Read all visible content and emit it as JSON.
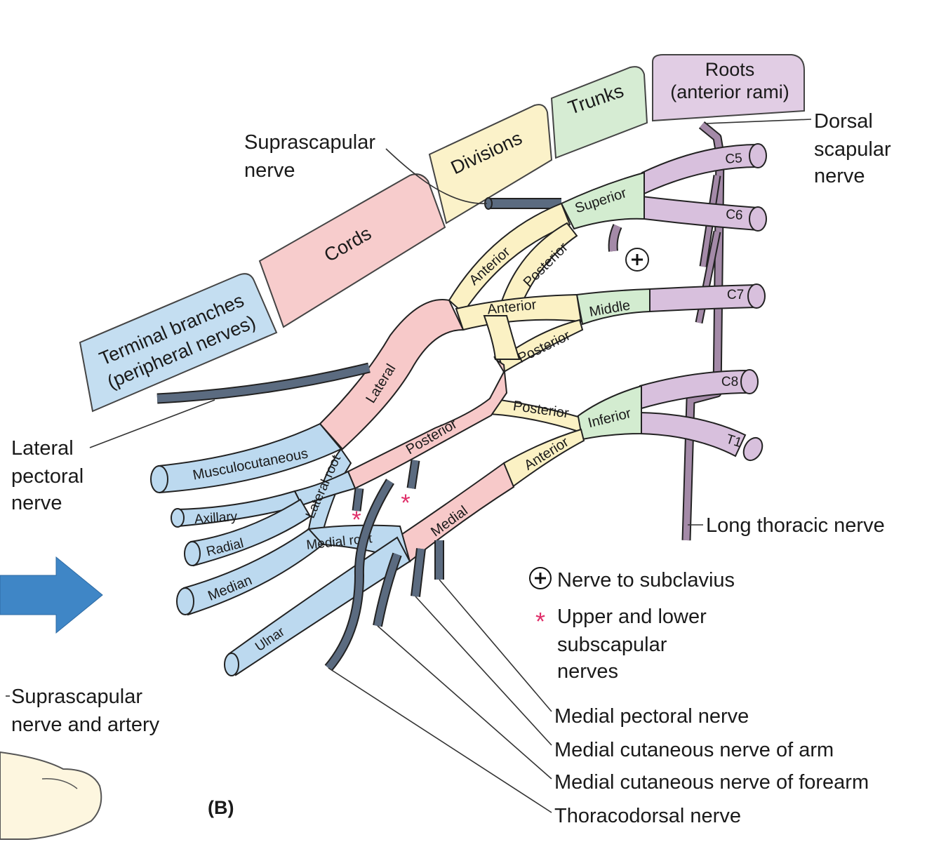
{
  "figure": {
    "panel_label": "(B)",
    "headers": {
      "roots": [
        "Roots",
        "(anterior rami)"
      ],
      "trunks": "Trunks",
      "divisions": "Divisions",
      "cords": "Cords",
      "terminal": [
        "Terminal branches",
        "(peripheral nerves)"
      ]
    },
    "roots": [
      "C5",
      "C6",
      "C7",
      "C8",
      "T1"
    ],
    "trunks": {
      "superior": "Superior",
      "middle": "Middle",
      "inferior": "Inferior"
    },
    "divisions": {
      "anterior_superior": "Anterior",
      "posterior_superior": "Posterior",
      "anterior_middle": "Anterior",
      "posterior_middle": "Posterior",
      "posterior_inferior": "Posterior",
      "anterior_inferior": "Anterior"
    },
    "cords": {
      "lateral": "Lateral",
      "posterior": "Posterior",
      "medial": "Medial"
    },
    "terminal": {
      "musculocutaneous": "Musculocutaneous",
      "axillary": "Axillary",
      "radial": "Radial",
      "median": "Median",
      "ulnar": "Ulnar",
      "lateral_root": "Lateral root",
      "medial_root": "Medial root"
    },
    "annotations": {
      "suprascapular": [
        "Suprascapular",
        "nerve"
      ],
      "dorsal_scapular": [
        "Dorsal",
        "scapular",
        "nerve"
      ],
      "lateral_pectoral": [
        "Lateral",
        "pectoral",
        "nerve"
      ],
      "long_thoracic": "Long thoracic nerve",
      "suprascapular_artery": [
        "Suprascapular",
        "nerve and artery"
      ],
      "medial_pectoral": "Medial pectoral nerve",
      "medial_cutaneous_arm": "Medial cutaneous nerve of arm",
      "medial_cutaneous_forearm": "Medial cutaneous nerve of forearm",
      "thoracodorsal": "Thoracodorsal nerve"
    },
    "legend": {
      "subclavius": "Nerve to subclavius",
      "subscapular": [
        "Upper and lower",
        "subscapular",
        "nerves"
      ]
    },
    "colors": {
      "roots": "#d8c0dd",
      "trunks": "#d3ecd0",
      "divisions": "#fbf1c4",
      "cords": "#f7c9c9",
      "terminal": "#bcd9ef",
      "branch_nerve": "#5b6b80",
      "star": "#e0306a",
      "arrow": "#3f86c6"
    }
  }
}
